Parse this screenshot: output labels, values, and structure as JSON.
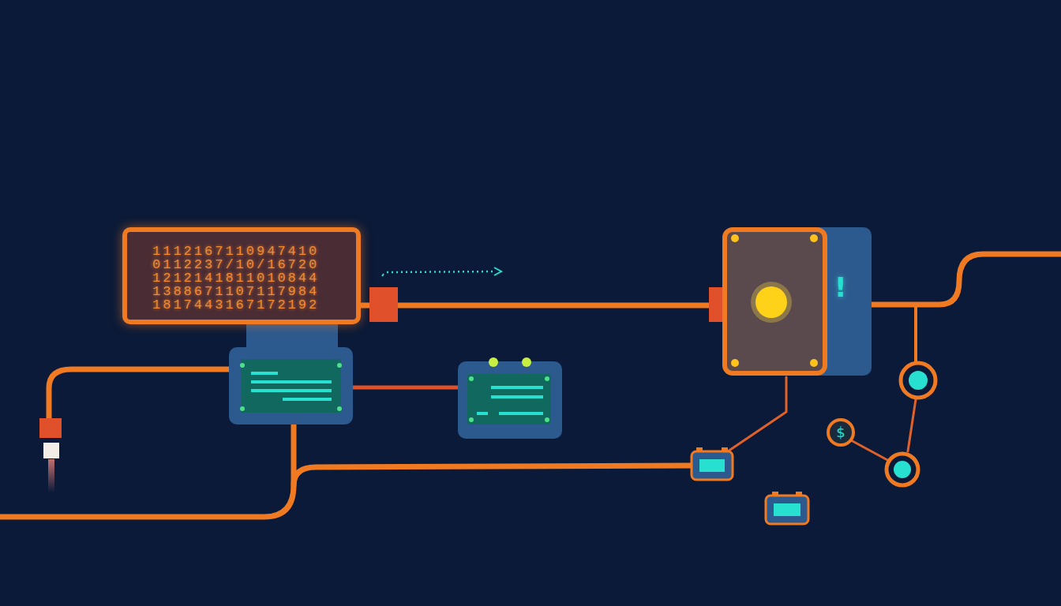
{
  "diagram": {
    "nodes": [
      {
        "text": [
          "1112167110947410 0112237/10/16720 1212141811010844 1388671107117984 1817443167172192"
        ]
      },
      {
        "text": [
          "!"
        ]
      },
      {
        "text": [
          "$"
        ]
      }
    ],
    "edges": [
      {
        "from": 0,
        "to": 1,
        "arrow": "none"
      }
    ]
  }
}
